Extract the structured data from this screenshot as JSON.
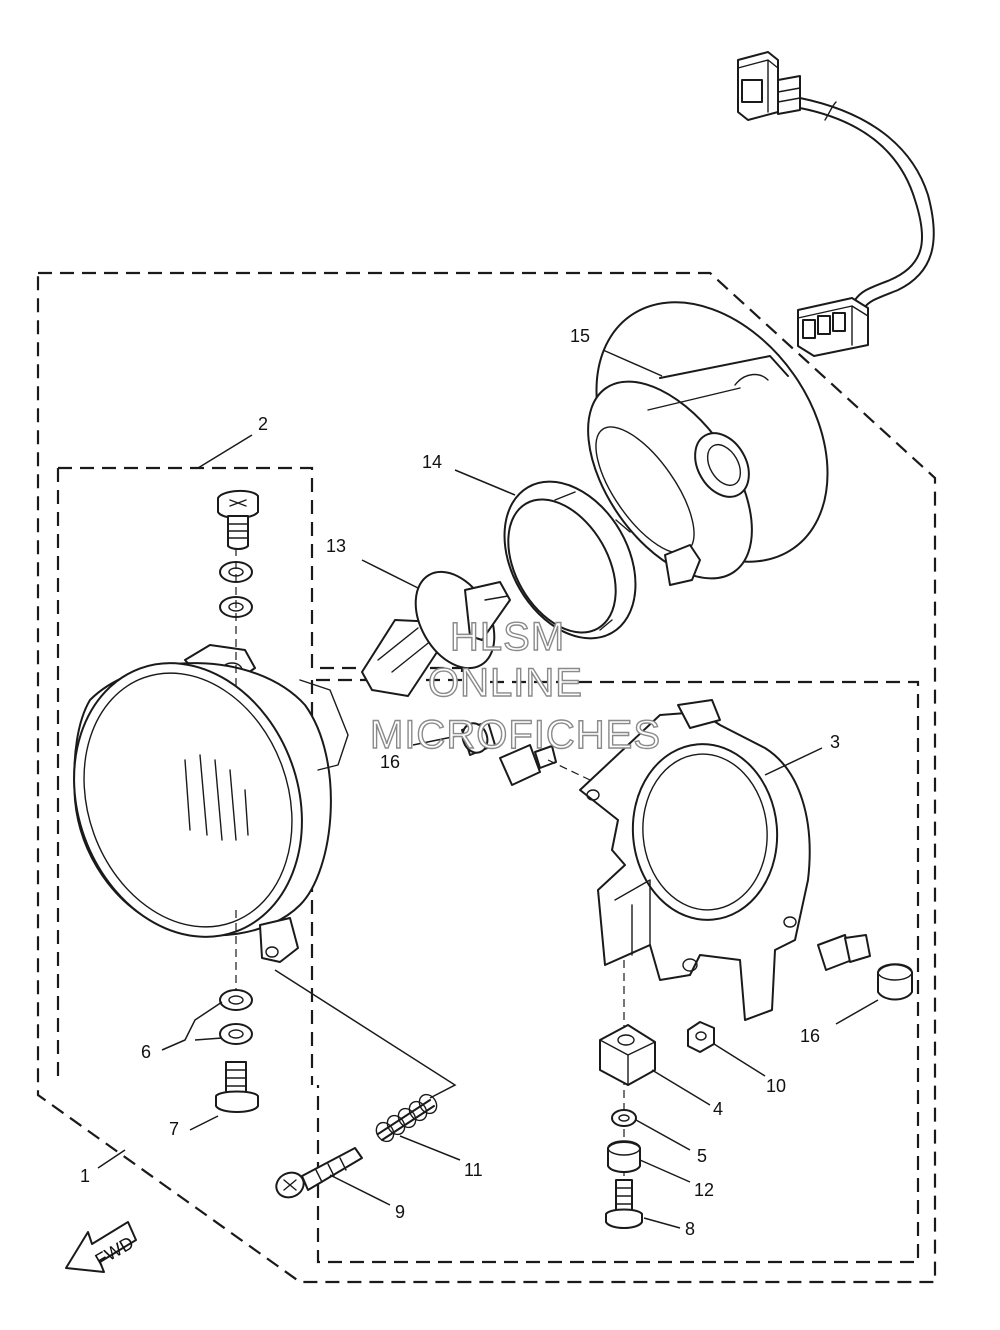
{
  "watermark": {
    "line1": "HLSM",
    "line2": "ONLINE",
    "line3": "MICROFICHES"
  },
  "callouts": {
    "c1": "1",
    "c2": "2",
    "c3": "3",
    "c4": "4",
    "c5": "5",
    "c6": "6",
    "c7": "7",
    "c8": "8",
    "c9": "9",
    "c10": "10",
    "c11": "11",
    "c12": "12",
    "c13": "13",
    "c14": "14",
    "c15": "15",
    "c16a": "16",
    "c16b": "16"
  },
  "fwd_arrow": {
    "label": "FWD"
  },
  "icons": {
    "direction": "forward-arrow-icon",
    "connector": "wire-connector-icon"
  }
}
